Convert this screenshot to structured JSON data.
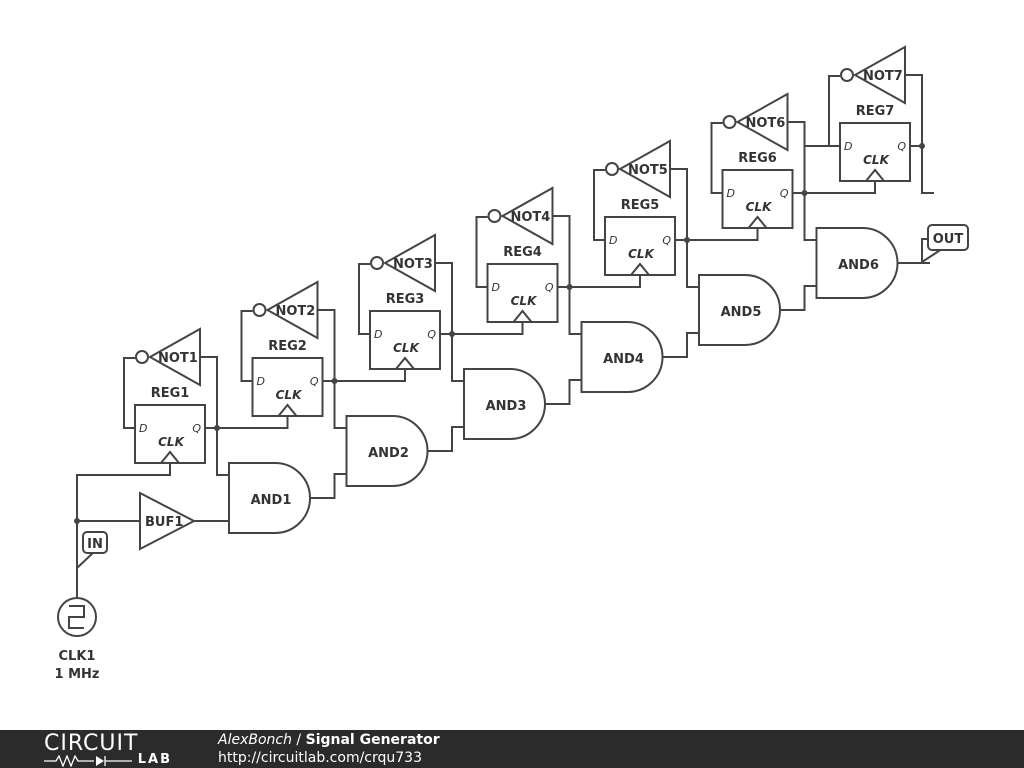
{
  "circuit": {
    "source": {
      "name": "CLK1",
      "value": "1 MHz",
      "net_label": "IN"
    },
    "buffer": "BUF1",
    "output_label": "OUT",
    "stages": [
      {
        "not": "NOT1",
        "reg": "REG1",
        "and": "AND1"
      },
      {
        "not": "NOT2",
        "reg": "REG2",
        "and": "AND2"
      },
      {
        "not": "NOT3",
        "reg": "REG3",
        "and": "AND3"
      },
      {
        "not": "NOT4",
        "reg": "REG4",
        "and": "AND4"
      },
      {
        "not": "NOT5",
        "reg": "REG5",
        "and": "AND5"
      },
      {
        "not": "NOT6",
        "reg": "REG6",
        "and": "AND6"
      },
      {
        "not": "NOT7",
        "reg": "REG7",
        "and": ""
      }
    ],
    "pins": {
      "d": "D",
      "q": "Q",
      "clk": "CLK"
    }
  },
  "footer": {
    "logo_top": "CIRCUIT",
    "logo_bottom": "LAB",
    "author": "AlexBonch",
    "separator": " / ",
    "title": "Signal Generator",
    "url": "http://circuitlab.com/crqu733"
  },
  "colors": {
    "wire": "#444444",
    "footer_bg": "#2b2b2b",
    "footer_text": "#ffffff"
  }
}
